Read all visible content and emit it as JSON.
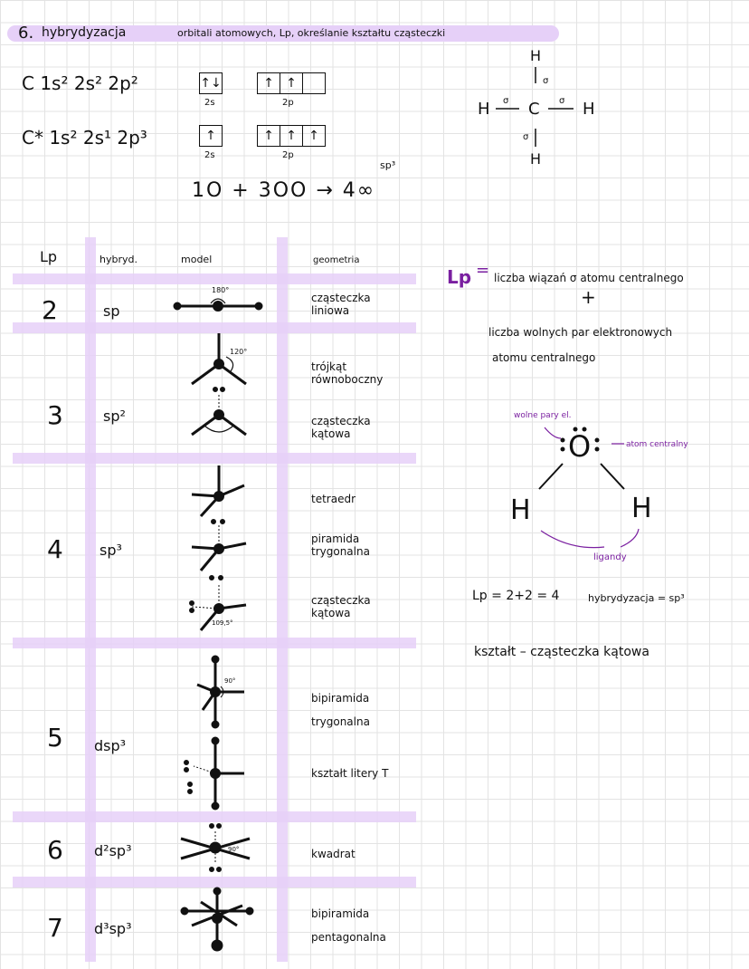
{
  "title": {
    "number": "6.",
    "main": "hybrydyzacja",
    "rest": "orbitali atomowych, Lp, określanie kształtu cząsteczki"
  },
  "config": {
    "c_ground": "C  1s² 2s² 2p²",
    "c_excited": "C* 1s² 2s¹ 2p³",
    "label_2s": "2s",
    "label_2p": "2p",
    "box_2s_ground": [
      "↑↓"
    ],
    "box_2p_ground": [
      "↑",
      "↑",
      ""
    ],
    "box_2s_excited": [
      "↑"
    ],
    "box_2p_excited": [
      "↑",
      "↑",
      "↑"
    ],
    "sp3_label": "sp³",
    "equation": "1O + 3OO → 4∞"
  },
  "methane": {
    "atoms": [
      "H",
      "H",
      "C",
      "H",
      "H"
    ],
    "bond_label": "σ"
  },
  "table": {
    "headers": {
      "lp": "Lp",
      "hybr": "hybryd.",
      "model": "model",
      "geometry": "geometria"
    },
    "rows": [
      {
        "lp": "2",
        "hybr": "sp",
        "geometries": [
          "cząsteczka liniowa"
        ],
        "angle": "180°"
      },
      {
        "lp": "3",
        "hybr": "sp²",
        "geometries": [
          "trójkąt równoboczny",
          "cząsteczka kątowa"
        ],
        "angle": "120°"
      },
      {
        "lp": "4",
        "hybr": "sp³",
        "geometries": [
          "tetraedr",
          "piramida trygonalna",
          "cząsteczka kątowa"
        ],
        "angle": "109,5°"
      },
      {
        "lp": "5",
        "hybr": "dsp³",
        "geometries": [
          "bipiramida trygonalna",
          "kształt litery T"
        ],
        "angle": "90°"
      },
      {
        "lp": "6",
        "hybr": "d²sp³",
        "geometries": [
          "kwadrat"
        ],
        "angle": "90°"
      },
      {
        "lp": "7",
        "hybr": "d³sp³",
        "geometries": [
          "bipiramida pentagonalna"
        ],
        "angle": ""
      }
    ]
  },
  "definition": {
    "lp": "Lp",
    "eq": "=",
    "line1": "liczba wiązań σ atomu centralnego",
    "plus": "+",
    "line2": "liczba wolnych par elektronowych",
    "line3": "atomu centralnego"
  },
  "water": {
    "free_pairs": "wolne pary el.",
    "central_atom": "atom centralny",
    "ligands": "ligandy",
    "o": "O",
    "h": "H",
    "lp_calc": "Lp = 2+2 = 4",
    "hybr": "hybrydyzacja = sp³",
    "shape": "kształt – cząsteczka kątowa"
  },
  "colors": {
    "highlight": "#e6d0f8",
    "purple": "#7a1fa0",
    "grid": "#e3e3e3"
  }
}
